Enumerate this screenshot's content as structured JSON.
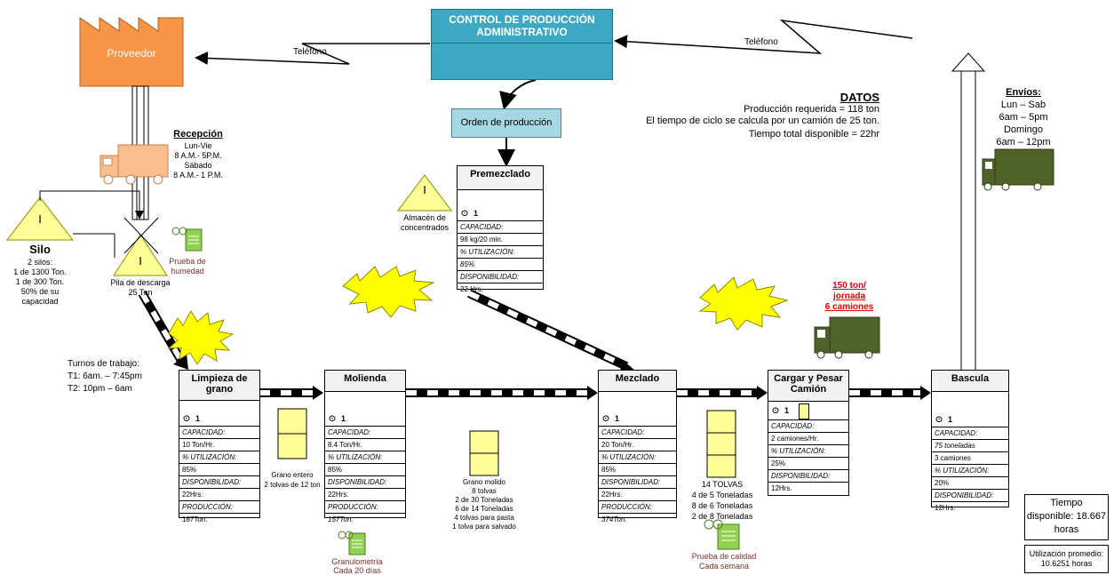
{
  "control": {
    "title": "CONTROL DE PRODUCCIÓN ADMINISTRATIVO"
  },
  "orden": "Orden de producción",
  "proveedor": "Proveedor",
  "telefono_left": "Teléfono",
  "telefono_right": "Teléfono",
  "datos": {
    "title": "DATOS",
    "line1": "Producción requerida = 118 ton",
    "line2": "El tiempo de ciclo se calcula por un camión de 25 ton.",
    "line3": "Tiempo total disponible = 22hr"
  },
  "envios": {
    "title": "Envíos:",
    "l1": "Lun – Sab",
    "l2": "6am – 5pm",
    "l3": "Domingo",
    "l4": "6am – 12pm"
  },
  "recepcion": {
    "title": "Recepción",
    "l1": "Lun-Vie",
    "l2": "8 A.M.- 5P.M.",
    "l3": "Sábado",
    "l4": "8 A.M.- 1 P.M."
  },
  "silo": {
    "title": "Silo",
    "l1": "2 silos:",
    "l2": "1 de 1300 Ton.",
    "l3": "1 de 300 Ton.",
    "l4": "50% de su",
    "l5": "capacidad",
    "inv": "I"
  },
  "pila": {
    "l1": "Pila de descarga",
    "l2": "25 Ton",
    "inv": "I"
  },
  "prueba_humedad": {
    "l1": "Prueba de",
    "l2": "humedad"
  },
  "almacen": {
    "l1": "Almacén de",
    "l2": "concentrados",
    "inv": "I"
  },
  "turnos": {
    "l1": "Turnos de trabajo:",
    "l2": "T1: 6am. – 7:45pm",
    "l3": "T2: 10pm – 6am"
  },
  "premezclado": {
    "title": "Premezclado",
    "ops": "1",
    "rows": [
      "CAPACIDAD:",
      "98 kg/20 min.",
      "% UTILIZACIÓN:",
      "85%",
      "DISPONIBILIDAD:",
      "22 Hrs."
    ]
  },
  "limpieza": {
    "title": "Limpieza de grano",
    "ops": "1",
    "rows": [
      "CAPACIDAD:",
      "10 Ton/Hr.",
      "% UTILIZACIÓN:",
      "85%",
      "DISPONIBILIDAD:",
      "22Hrs.",
      "PRODUCCIÓN:",
      "187Ton."
    ]
  },
  "molienda": {
    "title": "Molienda",
    "ops": "1",
    "rows": [
      "CAPACIDAD:",
      "8.4 Ton/Hr.",
      "% UTILIZACIÓN:",
      "85%",
      "DISPONIBILIDAD:",
      "22Hrs.",
      "PRODUCCIÓN:",
      "157Ton."
    ]
  },
  "mezclado": {
    "title": "Mezclado",
    "ops": "1",
    "rows": [
      "CAPACIDAD:",
      "20 Ton/Hr.",
      "% UTILIZACIÓN:",
      "85%",
      "DISPONIBILIDAD:",
      "22Hrs.",
      "PRODUCCIÓN:",
      "374Ton."
    ]
  },
  "cargar": {
    "title": "Cargar y Pesar Camión",
    "ops": "1",
    "rows": [
      "CAPACIDAD:",
      "2 camiones/Hr.",
      "% UTILIZACIÓN:",
      "25%",
      "DISPONIBILIDAD:",
      "12Hrs."
    ]
  },
  "bascula": {
    "title": "Bascula",
    "ops": "1",
    "rows": [
      "CAPACIDAD:",
      "75 toneladas",
      "3 camiones",
      "% UTILIZACIÓN:",
      "20%",
      "DISPONIBILIDAD:",
      "12Hrs."
    ]
  },
  "grano_entero": {
    "l1": "Grano entero",
    "l2": "2 tolvas de 12 ton"
  },
  "grano_molido": {
    "l1": "Grano molido",
    "l2": "8 tolvas",
    "l3": "2 de 30 Toneladas",
    "l4": "6 de 14 Toneladas",
    "l5": "4 tolvas para pasta",
    "l6": "1 tolva para salvado"
  },
  "tolvas": {
    "l1": "14 TOLVAS",
    "l2": "4 de 5 Toneladas",
    "l3": "8 de 6 Toneladas",
    "l4": "2 de 8 Toneladas"
  },
  "granulometria": {
    "l1": "Granulometría",
    "l2": "Cada 20 días"
  },
  "prueba_calidad": {
    "l1": "Prueba de calidad",
    "l2": "Cada semana"
  },
  "jornada": {
    "l1": "150 ton/",
    "l2": "jornada",
    "l3": "6 camiones"
  },
  "tiempo": {
    "l1": "Tiempo",
    "l2": "disponible: 18.667",
    "l3": "horas"
  },
  "utilizacion": {
    "l1": "Utilización promedio:",
    "l2": "10.6251 horas"
  },
  "colors": {
    "control": "#3fa9c3",
    "orden": "#a6d8e3",
    "proveedor": "#f79646",
    "truck_supply": "#fabf8f",
    "truck_ship": "#4f6228",
    "burst": "#ffff00",
    "triangle": "#ffff99",
    "doc": "#92d050",
    "red": "#e00000"
  }
}
